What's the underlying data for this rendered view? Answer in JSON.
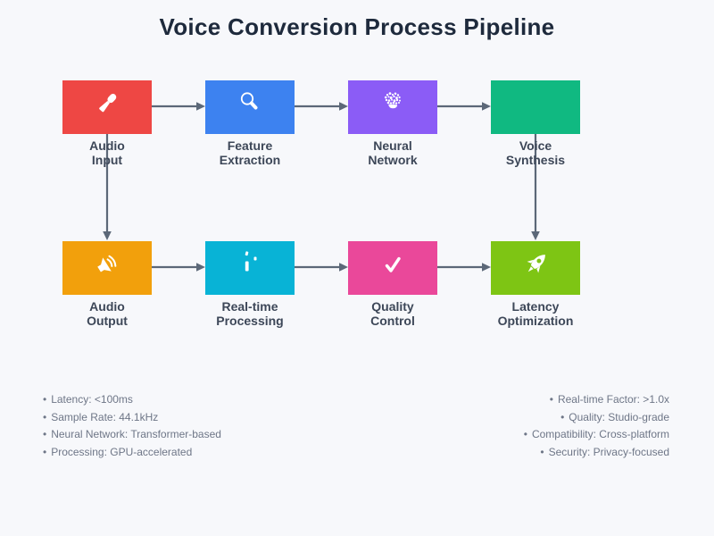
{
  "title": "Voice Conversion Process Pipeline",
  "bullet_char": "•",
  "nodes": [
    {
      "line1": "Audio",
      "line2": "Input",
      "color": "#ee4744",
      "icon": "microphone"
    },
    {
      "line1": "Feature",
      "line2": "Extraction",
      "color": "#3d82f0",
      "icon": "magnifier"
    },
    {
      "line1": "Neural",
      "line2": "Network",
      "color": "#8b5cf6",
      "icon": "brain"
    },
    {
      "line1": "Voice",
      "line2": "Synthesis",
      "color": "#10b981",
      "icon": "none"
    },
    {
      "line1": "Audio",
      "line2": "Output",
      "color": "#f2a00c",
      "icon": "speaker"
    },
    {
      "line1": "Real-time",
      "line2": "Processing",
      "color": "#08b3d6",
      "icon": "lightning"
    },
    {
      "line1": "Quality",
      "line2": "Control",
      "color": "#ea489a",
      "icon": "checkmark"
    },
    {
      "line1": "Latency",
      "line2": "Optimization",
      "color": "#7ec514",
      "icon": "rocket"
    }
  ],
  "specs_left": [
    "Latency: <100ms",
    "Sample Rate: 44.1kHz",
    "Neural Network: Transformer-based",
    "Processing: GPU-accelerated"
  ],
  "specs_right": [
    "Real-time Factor: >1.0x",
    "Quality: Studio-grade",
    "Compatibility: Cross-platform",
    "Security: Privacy-focused"
  ],
  "colors": {
    "background": "#f7f8fb",
    "arrow": "#5c6878",
    "title_text": "#1e2a3c",
    "label_text": "#3d4758",
    "spec_text": "#6e7687",
    "icon": "#ffffff"
  }
}
